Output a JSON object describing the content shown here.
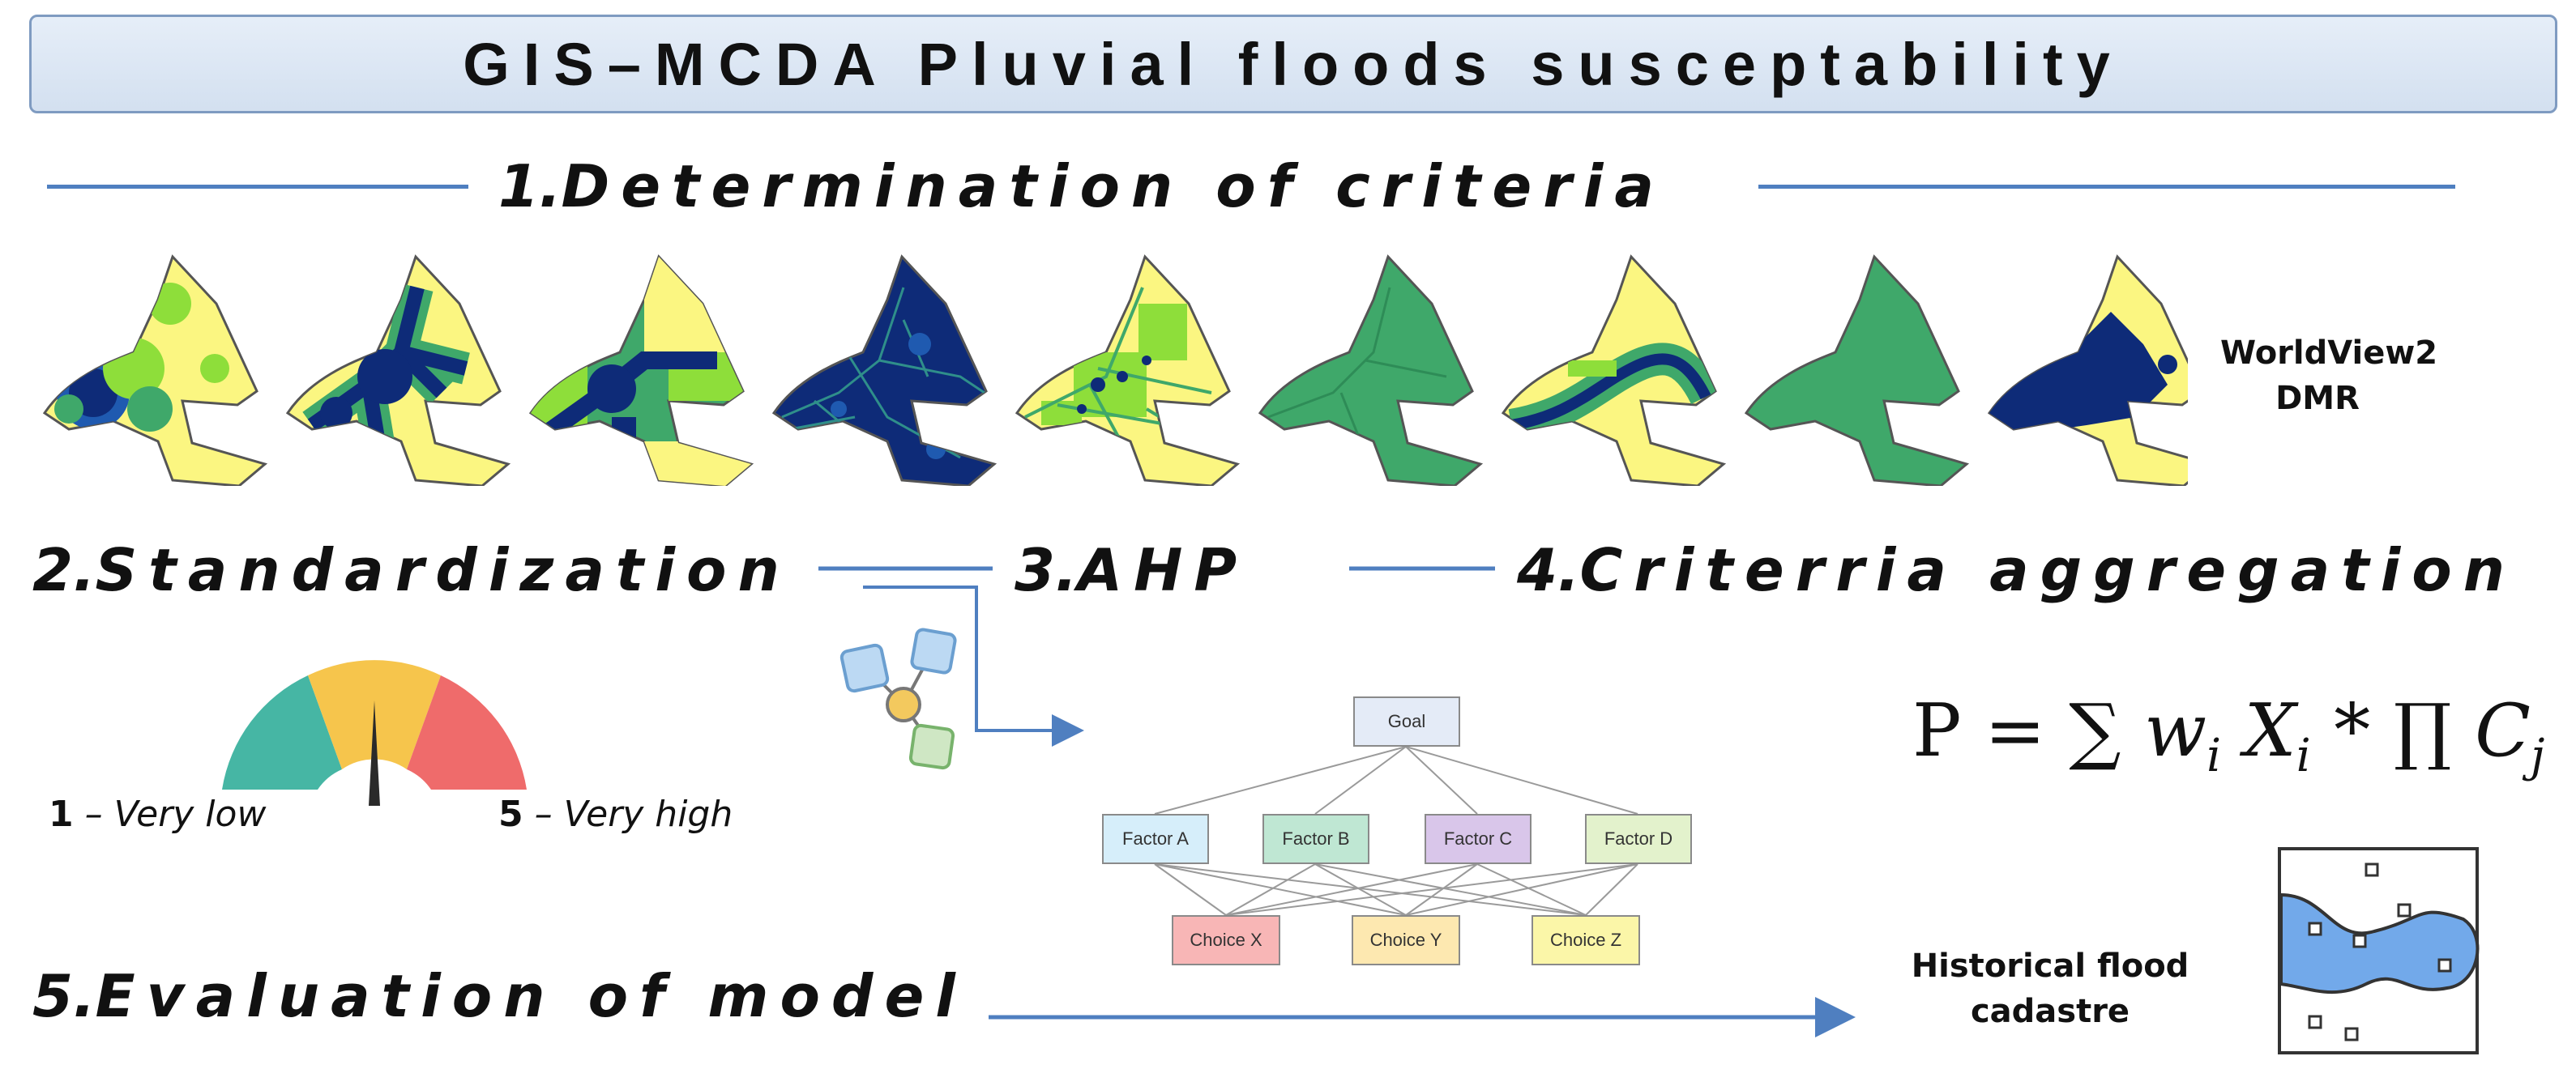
{
  "title": "GIS–MCDA  Pluvial  floods  susceptability",
  "steps": {
    "s1": {
      "num": "1.",
      "text": "Determination  of  criteria"
    },
    "s2": {
      "num": "2.",
      "text": "Standardization"
    },
    "s3": {
      "num": "3.",
      "text": "AHP"
    },
    "s4": {
      "num": "4.",
      "text": "Criterria  aggregation"
    },
    "s5": {
      "num": "5.",
      "text": "Evaluation of model"
    }
  },
  "data_sources": {
    "line1": "WorldView2",
    "line2": "DMR"
  },
  "scale": {
    "low_num": "1",
    "low_text": " –  Very low",
    "high_num": "5",
    "high_text": " – Very high",
    "colors": {
      "low": "#46b6a4",
      "mid": "#f6c54c",
      "high": "#ef6b6b",
      "needle": "#2a2a2a"
    }
  },
  "ahp": {
    "goal": "Goal",
    "factors": [
      "Factor A",
      "Factor B",
      "Factor C",
      "Factor D"
    ],
    "choices": [
      "Choice X",
      "Choice Y",
      "Choice Z"
    ],
    "factor_colors": [
      "#d6eefa",
      "#bfe7d3",
      "#d9c6ea",
      "#e3f2cc"
    ],
    "choice_colors": [
      "#f8b6b6",
      "#fde8b0",
      "#fbf6a8"
    ],
    "goal_color": "#e4ebf7"
  },
  "formula": {
    "p": "P",
    "eq": "=",
    "sum": "∑",
    "w": "w",
    "i1": "i",
    "x": "X",
    "i2": "i",
    "star": "*",
    "prod": "∏",
    "c": "C",
    "j": "j"
  },
  "cadastre": {
    "line1": "Historical flood",
    "line2": "cadastre"
  },
  "map_colors": {
    "dark": "#0e2b78",
    "blue": "#1f5ab0",
    "green": "#3fa86a",
    "lime": "#8ede3a",
    "yellow": "#fbf681",
    "outline": "#555555"
  }
}
